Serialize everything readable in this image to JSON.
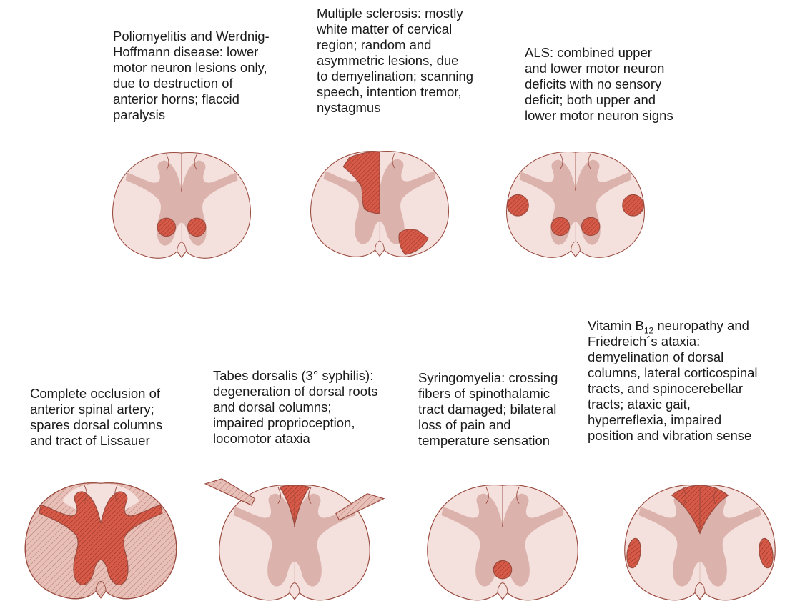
{
  "panels": [
    {
      "id": "polio",
      "caption": "Poliomyelitis and Werdnig-\nHoffmann disease: lower\nmotor neuron lesions only,\ndue to destruction of\nanterior horns; flaccid\nparalysis",
      "lesions": [
        "anterior-horns"
      ]
    },
    {
      "id": "ms",
      "caption": "Multiple sclerosis: mostly\nwhite matter of cervical\nregion; random and\nasymmetric lesions, due\nto demyelination; scanning\nspeech, intention tremor,\nnystagmus",
      "lesions": [
        "left-dorsal-white-matter",
        "right-ventral-white-matter-patch"
      ]
    },
    {
      "id": "als",
      "caption": "ALS: combined upper\nand lower motor neuron\ndeficits with no sensory\ndeficit; both upper and\nlower motor neuron signs",
      "lesions": [
        "anterior-horns",
        "lateral-corticospinal-tracts"
      ]
    },
    {
      "id": "asa",
      "caption": "Complete occlusion of\nanterior spinal artery;\nspares dorsal columns\nand tract of Lissauer",
      "lesions": [
        "gray-matter",
        "anterior-and-lateral-white-matter"
      ]
    },
    {
      "id": "tabes",
      "caption": "Tabes dorsalis (3° syphilis):\ndegeneration of dorsal roots\nand dorsal columns;\nimpaired proprioception,\nlocomotor ataxia",
      "lesions": [
        "dorsal-columns",
        "dorsal-roots"
      ]
    },
    {
      "id": "syringo",
      "caption": "Syringomyelia: crossing\nfibers of spinothalamic\ntract damaged; bilateral\nloss of pain and\ntemperature sensation",
      "lesions": [
        "central-canal-region"
      ]
    },
    {
      "id": "b12",
      "caption_pre": "Vitamin B",
      "caption_sub": "12",
      "caption_post": " neuropathy and\nFriedreich´s ataxia:\ndemyelination of dorsal\ncolumns, lateral corticospinal\ntracts, and spinocerebellar\ntracts; ataxic gait,\nhyperreflexia, impaired\nposition and vibration sense",
      "lesions": [
        "dorsal-columns",
        "lateral-corticospinal-tracts"
      ]
    }
  ],
  "colors": {
    "white_matter": "#f4e1de",
    "gray_matter": "#dcb3ac",
    "outline": "#9a4a3e",
    "lesion": "#d75a48",
    "lesion_hatch": "#8a2e22",
    "light_hatch_fill": "#e8c0b8",
    "light_hatch": "#b07a70"
  }
}
